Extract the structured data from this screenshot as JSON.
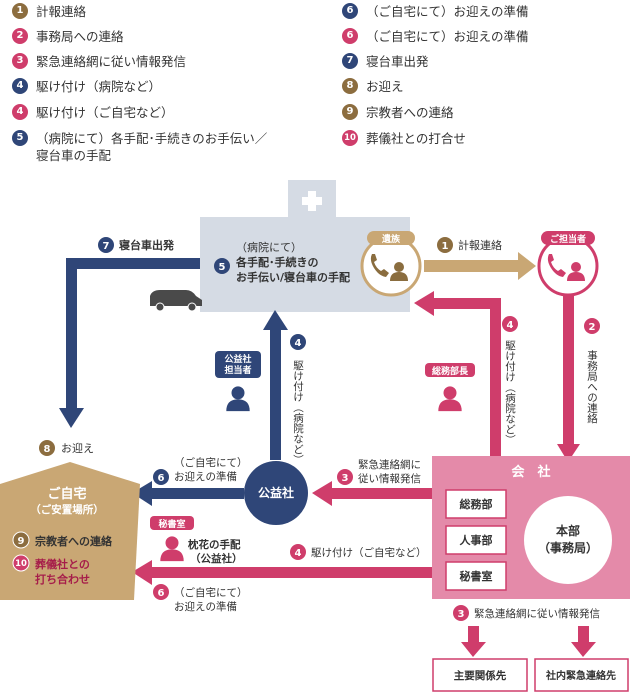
{
  "colors": {
    "brown": "#8c6d3f",
    "pink": "#cf3d6b",
    "pink_light": "#e48aa9",
    "navy": "#2f4678",
    "blue": "#4a6aa6",
    "tan": "#c9a774",
    "tan_dark": "#8a6d3f",
    "grey": "#d5dbe4",
    "dark_red": "#a61d4a"
  },
  "legend": [
    {
      "num": "1",
      "text": "計報連絡",
      "color": "#8c6d3f"
    },
    {
      "num": "2",
      "text": "事務局への連絡",
      "color": "#cf3d6b"
    },
    {
      "num": "3",
      "text": "緊急連絡網に従い情報発信",
      "color": "#cf3d6b"
    },
    {
      "num": "4",
      "text": "駆け付け（病院など）",
      "color": "#2f4678"
    },
    {
      "num": "4",
      "text": "駆け付け（ご自宅など）",
      "color": "#cf3d6b"
    },
    {
      "num": "5",
      "text": "（病院にて）各手配･手続きのお手伝い／",
      "text2": "寝台車の手配",
      "color": "#2f4678"
    },
    {
      "num": "6",
      "text": "（ご自宅にて）お迎えの準備",
      "color": "#2f4678"
    },
    {
      "num": "6",
      "text": "（ご自宅にて）お迎えの準備",
      "color": "#cf3d6b"
    },
    {
      "num": "7",
      "text": "寝台車出発",
      "color": "#2f4678"
    },
    {
      "num": "8",
      "text": "お迎え",
      "color": "#8c6d3f"
    },
    {
      "num": "9",
      "text": "宗教者への連絡",
      "color": "#8c6d3f"
    },
    {
      "num": "10",
      "text": "葬儀社との打合せ",
      "color": "#cf3d6b"
    }
  ],
  "diagram": {
    "hospital": {
      "step": "5",
      "l1": "（病院にて）",
      "l2": "各手配･手続きの",
      "l3": "お手伝い/寝台車の手配"
    },
    "izoku": "遺族",
    "tantosha": "ご担当者",
    "s1": {
      "num": "1",
      "label": "計報連絡"
    },
    "s2": {
      "num": "2",
      "label": "事務局への連絡"
    },
    "s7": {
      "num": "7",
      "label": "寝台車出発"
    },
    "s4_navy": {
      "num": "4",
      "label": "駆け付け（病院など）"
    },
    "s4_pink": {
      "num": "4",
      "label": "駆け付け（病院など）"
    },
    "s3_center": {
      "num": "3",
      "l1": "緊急連絡網に",
      "l2": "従い情報発信"
    },
    "s6_navy": {
      "num": "6",
      "l1": "（ご自宅にて）",
      "l2": "お迎えの準備"
    },
    "s4_home": {
      "num": "4",
      "label": "駆け付け（ご自宅など）"
    },
    "s6_pink": {
      "num": "6",
      "l1": "（ご自宅にて）",
      "l2": "お迎えの準備"
    },
    "s8": {
      "num": "8",
      "label": "お迎え"
    },
    "s3_bottom": {
      "num": "3",
      "label": "緊急連絡網に従い情報発信"
    },
    "koekisha_tanto": {
      "l1": "公益社",
      "l2": "担当者"
    },
    "somu_bucho": "総務部長",
    "koekisha": "公益社",
    "hishoshitsu": "秘書室",
    "makura": {
      "l1": "枕花の手配",
      "l2": "（公益社）"
    },
    "kaisha": "会　社",
    "departments": [
      "総務部",
      "人事部",
      "秘書室"
    ],
    "honbu": {
      "l1": "本部",
      "l2": "（事務局）"
    },
    "home": {
      "title": "ご自宅",
      "sub": "（ご安置場所）",
      "i9_num": "9",
      "i9": "宗教者への連絡",
      "i10_num": "10",
      "i10a": "葬儀社との",
      "i10b": "打ち合わせ"
    },
    "out1": "主要関係先",
    "out2": "社内緊急連絡先"
  }
}
